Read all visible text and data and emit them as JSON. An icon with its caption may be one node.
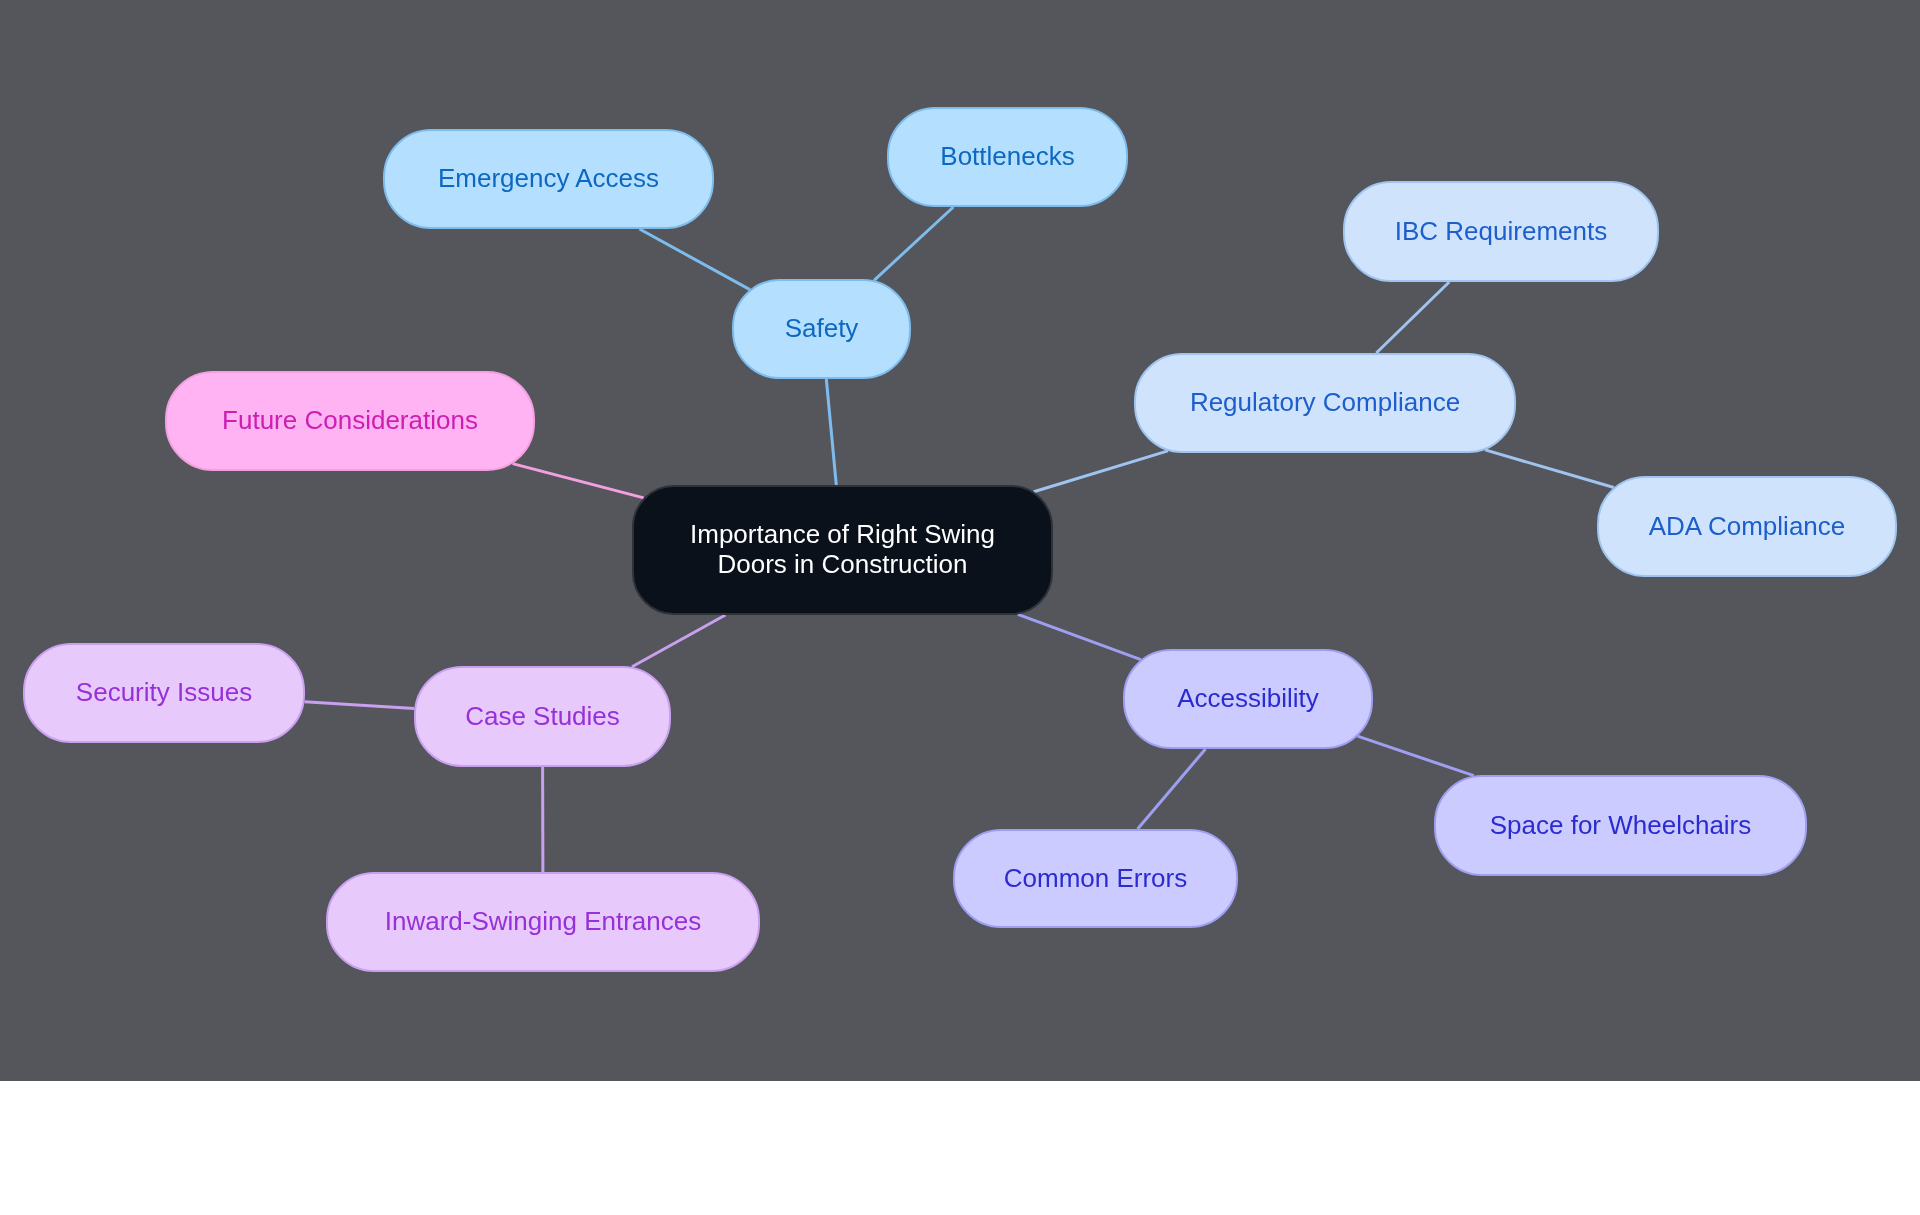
{
  "diagram": {
    "nodes": [
      {
        "text": [
          "Importance of Right Swing Doors in Construction"
        ]
      },
      {
        "text": [
          "Safety"
        ]
      },
      {
        "text": [
          "Emergency Access"
        ]
      },
      {
        "text": [
          "Bottlenecks"
        ]
      },
      {
        "text": [
          "Regulatory Compliance"
        ]
      },
      {
        "text": [
          "IBC Requirements"
        ]
      },
      {
        "text": [
          "ADA Compliance"
        ]
      },
      {
        "text": [
          "Accessibility"
        ]
      },
      {
        "text": [
          "Space for Wheelchairs"
        ]
      },
      {
        "text": [
          "Common Errors"
        ]
      },
      {
        "text": [
          "Case Studies"
        ]
      },
      {
        "text": [
          "Security Issues"
        ]
      },
      {
        "text": [
          "Inward-Swinging Entrances"
        ]
      },
      {
        "text": [
          "Future Considerations"
        ]
      }
    ],
    "edges": [
      {
        "from": 0,
        "to": 1,
        "arrow": "none",
        "color": "#7dbcec"
      },
      {
        "from": 1,
        "to": 2,
        "arrow": "none",
        "color": "#7dbcec"
      },
      {
        "from": 1,
        "to": 3,
        "arrow": "none",
        "color": "#7dbcec"
      },
      {
        "from": 0,
        "to": 4,
        "arrow": "none",
        "color": "#9fc4f0"
      },
      {
        "from": 4,
        "to": 5,
        "arrow": "none",
        "color": "#9fc4f0"
      },
      {
        "from": 4,
        "to": 6,
        "arrow": "none",
        "color": "#9fc4f0"
      },
      {
        "from": 0,
        "to": 7,
        "arrow": "none",
        "color": "#9f9ff2"
      },
      {
        "from": 7,
        "to": 8,
        "arrow": "none",
        "color": "#9f9ff2"
      },
      {
        "from": 7,
        "to": 9,
        "arrow": "none",
        "color": "#9f9ff2"
      },
      {
        "from": 0,
        "to": 10,
        "arrow": "none",
        "color": "#c9a0f0"
      },
      {
        "from": 10,
        "to": 11,
        "arrow": "none",
        "color": "#c9a0f0"
      },
      {
        "from": 10,
        "to": 12,
        "arrow": "none",
        "color": "#c9a0f0"
      },
      {
        "from": 0,
        "to": 13,
        "arrow": "none",
        "color": "#f2a0e0"
      }
    ]
  }
}
